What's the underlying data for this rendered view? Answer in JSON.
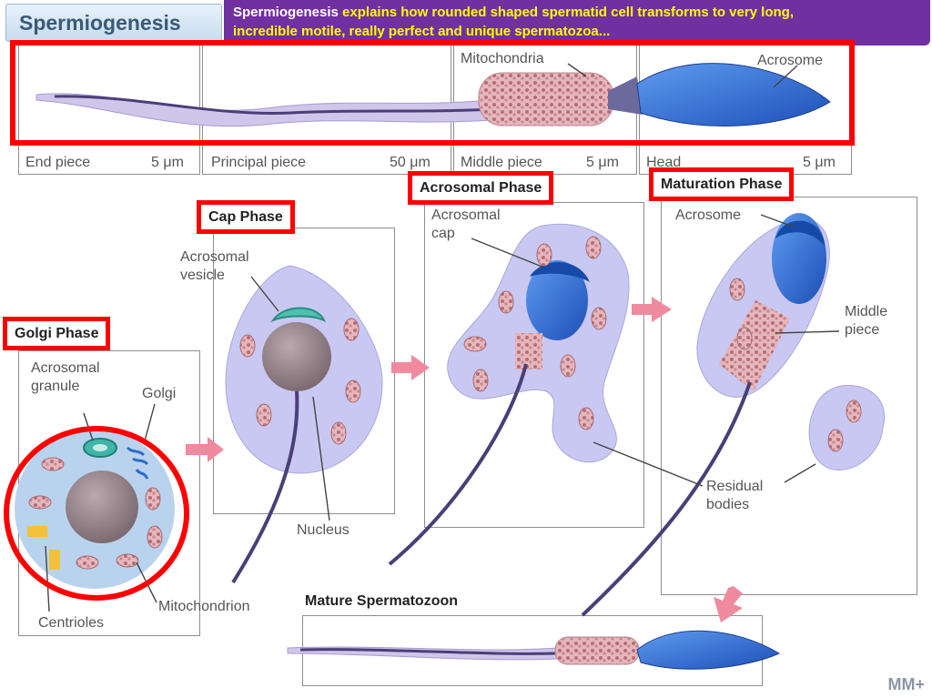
{
  "header": {
    "title": "Spermiogenesis",
    "banner_highlight": "Spermiogenesis",
    "banner_line1": " explains how rounded shaped spermatid cell transforms to very long,",
    "banner_line2": "incredible motile, really perfect and unique spermatozoa..."
  },
  "sperm_strip": {
    "segments": [
      {
        "name": "End piece",
        "size": "5 μm"
      },
      {
        "name": "Principal piece",
        "size": "50 μm"
      },
      {
        "name": "Middle piece",
        "size": "5 μm"
      },
      {
        "name": "Head",
        "size": "5 μm"
      }
    ],
    "label_mitochondria": "Mitochondria",
    "label_acrosome": "Acrosome"
  },
  "phases": {
    "golgi": {
      "title": "Golgi Phase",
      "granule": [
        "Acrosomal",
        "granule"
      ],
      "golgi": "Golgi",
      "centrioles": "Centrioles",
      "mitochondrion": "Mitochondrion"
    },
    "cap": {
      "title": "Cap Phase",
      "vesicle": [
        "Acrosomal",
        "vesicle"
      ],
      "nucleus": "Nucleus"
    },
    "acrosomal": {
      "title": "Acrosomal Phase",
      "cap": [
        "Acrosomal",
        "cap"
      ],
      "residual": [
        "Residual",
        "bodies"
      ]
    },
    "maturation": {
      "title": "Maturation Phase",
      "acrosome": "Acrosome",
      "middle": [
        "Middle",
        "piece"
      ]
    },
    "mature": {
      "title": "Mature Spermatozoon"
    }
  },
  "logo": "MM+",
  "colors": {
    "banner": "#7030a0",
    "banner_text": "#ffff00",
    "highlight": "#ff0000",
    "cell": "#c9c8f2",
    "acrosome": "#2e6fd6",
    "mitochondria": "#d9a0a8"
  }
}
